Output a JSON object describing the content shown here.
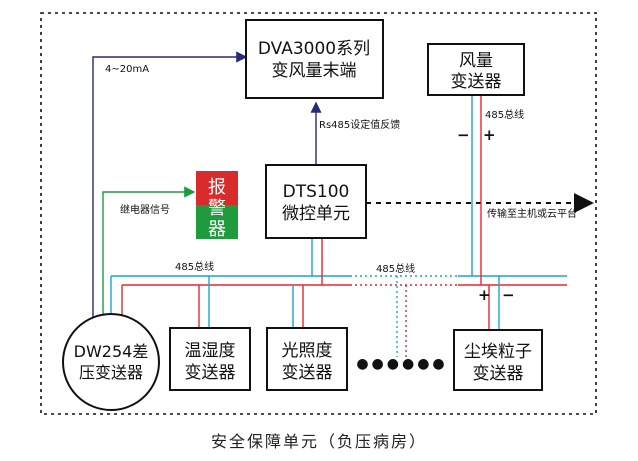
{
  "colors": {
    "red": "#e8262d",
    "blue": "#19a2d9",
    "green": "#1f9a3c",
    "navy": "#28297a",
    "alarm_red": "#d92b2b",
    "alarm_green": "#1f9a3c"
  },
  "nodes": {
    "dva": {
      "line1": "DVA3000系列",
      "line2": "变风量末端"
    },
    "fan": {
      "line1": "风量",
      "line2": "变送器"
    },
    "dts": {
      "line1": "DTS100",
      "line2": "微控单元"
    },
    "alarm": {
      "char1": "报",
      "char2": "警",
      "char3": "器"
    },
    "dw": {
      "line1": "DW254差",
      "line2": "压变送器"
    },
    "temp": {
      "line1": "温湿度",
      "line2": "变送器"
    },
    "light": {
      "line1": "光照度",
      "line2": "变送器"
    },
    "dust": {
      "line1": "尘埃粒子",
      "line2": "变送器"
    },
    "ellipsis": "●●●●●●"
  },
  "labels": {
    "signal_4_20": "4~20mA",
    "rs485": "Rs485设定值反馈",
    "bus_485_right": "485总线",
    "relay": "继电器信号",
    "transfer": "传输至主机或云平台",
    "bus_485_left": "485总线",
    "bus_485_mid": "485总线",
    "minus_top": "−",
    "plus_top": "+",
    "plus_bottom": "+",
    "minus_bottom": "−"
  },
  "caption": "安全保障单元（负压病房）"
}
